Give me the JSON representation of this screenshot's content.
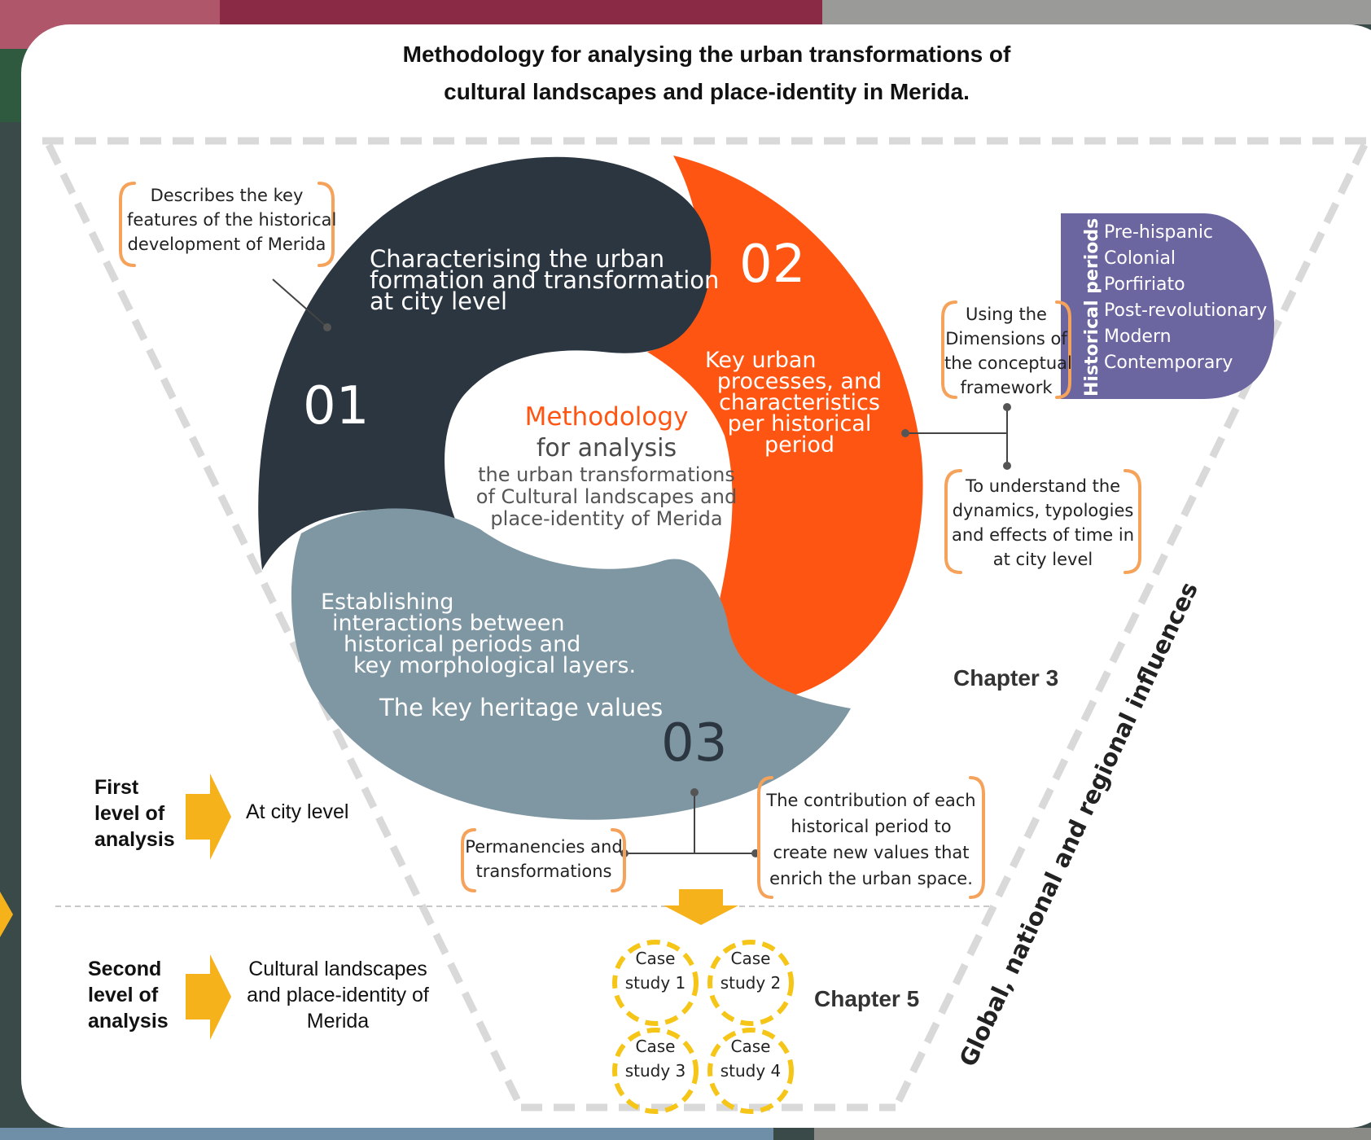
{
  "title": {
    "line1": "Methodology for analysing the urban transformations of",
    "line2": "cultural landscapes and place-identity in Merida."
  },
  "colors": {
    "segment_01": "#2b3640",
    "segment_02": "#ff5512",
    "segment_03": "#7f97a3",
    "periods_box": "#6b65a0",
    "bracket": "#f5a25a",
    "arrow": "#f6b21a",
    "dashed_frame": "#d9d9d9"
  },
  "segments": {
    "s01": {
      "number": "01",
      "text": [
        "Characterising the urban",
        "formation and transformation",
        "at city level"
      ]
    },
    "s02": {
      "number": "02",
      "text": [
        "Key urban",
        "processes, and",
        "characteristics",
        "per historical",
        "period"
      ]
    },
    "s03": {
      "number": "03",
      "text": [
        "Establishing",
        "interactions between",
        "historical periods and",
        "key morphological layers."
      ],
      "subtitle": "The key heritage values"
    }
  },
  "center": {
    "heading": "Methodology",
    "sub": "for analysis",
    "lines": [
      "the urban transformations",
      "of Cultural landscapes and",
      "place-identity of Merida"
    ]
  },
  "annotations": {
    "a01": [
      "Describes the key",
      "features of the historical",
      "development of Merida"
    ],
    "using": [
      "Using the",
      "Dimensions of",
      "the conceptual",
      "framework"
    ],
    "understand": [
      "To understand the",
      "dynamics, typologies",
      "and effects of time in",
      "at city level"
    ],
    "permanencies": [
      "Permanencies and",
      "transformations"
    ],
    "contribution": [
      "The contribution of each",
      "historical period to",
      "create new values that",
      "enrich the urban space."
    ]
  },
  "historical_periods": {
    "label": "Historical periods",
    "items": [
      "Pre-hispanic",
      "Colonial",
      "Porfiriato",
      "Post-revolutionary",
      "Modern",
      "Contemporary"
    ]
  },
  "levels": {
    "first": {
      "label": [
        "First",
        "level of",
        "analysis"
      ],
      "target": "At city level"
    },
    "second": {
      "label": [
        "Second",
        "level of",
        "analysis"
      ],
      "target": [
        "Cultural landscapes",
        "and place-identity of",
        "Merida"
      ]
    }
  },
  "chapters": {
    "c3": "Chapter 3",
    "c5": "Chapter 5"
  },
  "case_studies": [
    [
      "Case",
      "study 1"
    ],
    [
      "Case",
      "study 2"
    ],
    [
      "Case",
      "study 3"
    ],
    [
      "Case",
      "study 4"
    ]
  ],
  "influences": "Global, national and regional influences"
}
